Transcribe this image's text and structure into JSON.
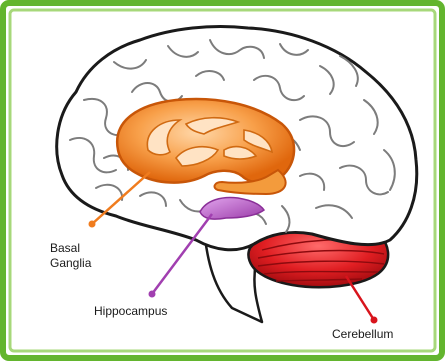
{
  "labels": {
    "basal_ganglia_line1": "Basal",
    "basal_ganglia_line2": "Ganglia",
    "hippocampus": "Hippocampus",
    "cerebellum": "Cerebellum"
  },
  "colors": {
    "frame_outer": "#63b52e",
    "frame_inner": "#a7d87a",
    "basal_ganglia": "#f07c1e",
    "hippocampus": "#a13fb0",
    "cerebellum": "#d8141c",
    "brain_outline": "#1a1a1a"
  },
  "icons": {
    "brain": "brain-outline-drawing"
  }
}
